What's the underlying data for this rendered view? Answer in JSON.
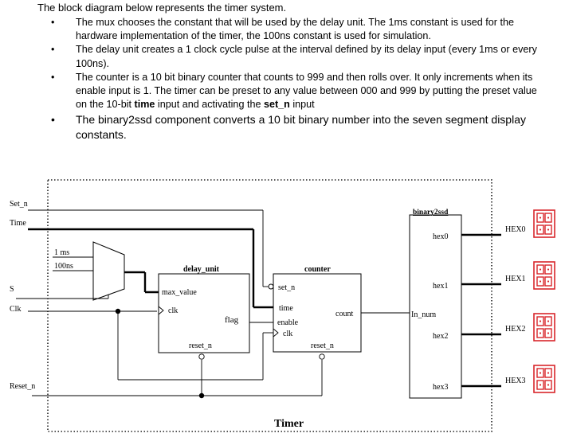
{
  "intro": "The block diagram below represents the timer system.",
  "bullets": {
    "b1": "The mux chooses the constant that will be used by the delay unit.  The 1ms constant is used for the hardware implementation of the timer, the 100ns constant is used for simulation.",
    "b2": "The delay unit creates a 1 clock cycle pulse at the interval defined by its delay input (every 1ms or every 100ns).",
    "b3_pre": "The counter is a 10 bit binary counter that counts to 999 and then rolls over. It only increments when its enable input is 1. The timer can be preset to any value between 000 and 999 by putting the preset value on the 10-bit ",
    "b3_time": "time",
    "b3_mid": " input and activating the ",
    "b3_setn": "set_n",
    "b3_post": " input",
    "b4": "The binary2ssd component converts a 10 bit binary number into the seven segment display constants."
  },
  "diagram": {
    "inputs": {
      "set_n": "Set_n",
      "time": "Time",
      "s": "S",
      "clk": "Clk",
      "reset_n": "Reset_n"
    },
    "mux": {
      "in0": "1 ms",
      "in1": "100ns"
    },
    "delay_unit": {
      "title": "delay_unit",
      "max_value": "max_value",
      "clk": "clk",
      "flag": "flag",
      "reset_n": "reset_n"
    },
    "counter": {
      "title": "counter",
      "set_n": "set_n",
      "time": "time",
      "enable": "enable",
      "clk": "clk",
      "count": "count",
      "reset_n": "reset_n"
    },
    "binary2ssd": {
      "title": "binary2ssd",
      "hex0": "hex0",
      "hex1": "hex1",
      "in_num": "In_num",
      "hex2": "hex2",
      "hex3": "hex3"
    },
    "outputs": {
      "hex0": "HEX0",
      "hex1": "HEX1",
      "hex2": "HEX2",
      "hex3": "HEX3"
    },
    "system_label": "Timer",
    "display_color": "#d9262b"
  }
}
